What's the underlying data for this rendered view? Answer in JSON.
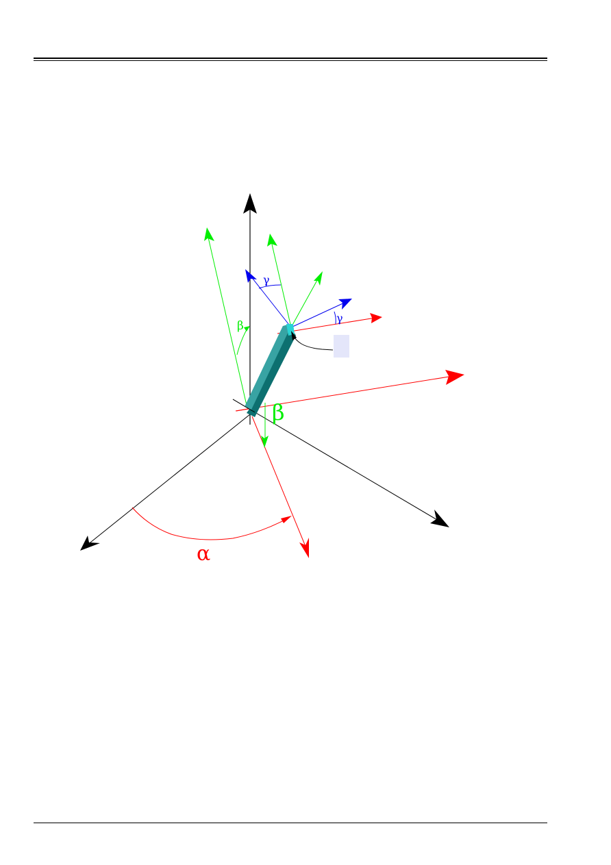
{
  "page": {
    "header_rule": "double",
    "footer_rule": "single"
  },
  "diagram": {
    "title": "",
    "colors": {
      "base_axes": "#000000",
      "alpha": "#ff0000",
      "beta": "#00ee00",
      "gamma": "#0000ee",
      "rod_face": "#38a3a3",
      "rod_side": "#0d7070",
      "rod_tip": "#2ad4d4",
      "label_box": "#e4e6fa"
    },
    "labels": {
      "alpha": "α",
      "beta_large": "β",
      "beta_small": "β",
      "gamma_upper": "γ",
      "gamma_right": "γ"
    },
    "elements": [
      "fixed-z-axis",
      "fixed-x-axis",
      "fixed-y-axis",
      "rotated-x-axis-alpha",
      "rotated-y-axis-alpha",
      "beta-rotated-axes",
      "gamma-rotated-axes",
      "rod",
      "label-box",
      "pointer-curve"
    ]
  }
}
